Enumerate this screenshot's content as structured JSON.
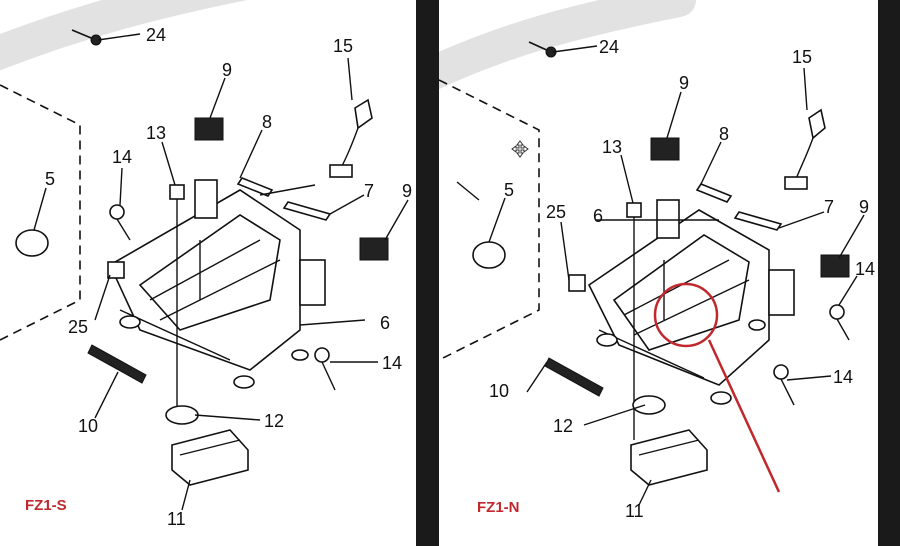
{
  "left_panel": {
    "model_label": "FZ1-S",
    "callouts": [
      "24",
      "15",
      "9",
      "13",
      "8",
      "14",
      "5",
      "7",
      "9",
      "25",
      "6",
      "10",
      "14",
      "12",
      "11"
    ]
  },
  "right_panel": {
    "model_label": "FZ1-N",
    "callouts": [
      "24",
      "15",
      "9",
      "13",
      "8",
      "5",
      "25",
      "6",
      "7",
      "9",
      "14",
      "10",
      "14",
      "12",
      "11"
    ]
  },
  "highlight_color": "#c0282d"
}
